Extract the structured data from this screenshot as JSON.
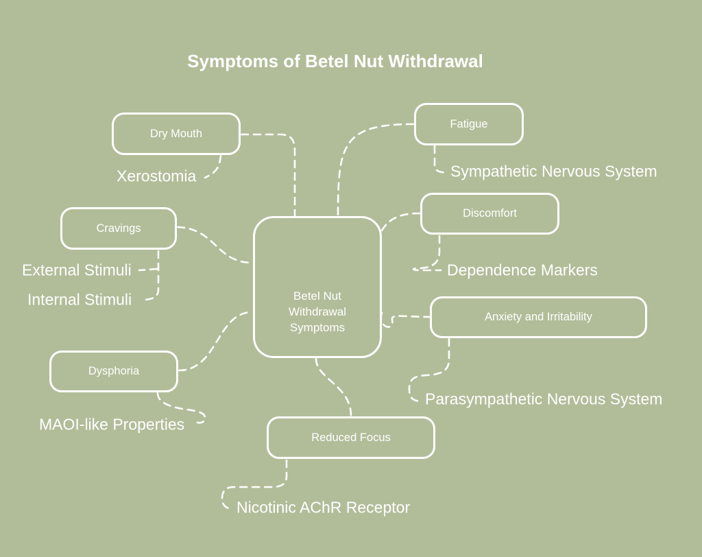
{
  "title": "Symptoms of Betel Nut Withdrawal",
  "colors": {
    "background": "#b1bd99",
    "foreground": "#ffffff"
  },
  "central_node": {
    "label": "Betel Nut\nWithdrawal\nSymptoms"
  },
  "nodes": [
    {
      "id": "dry-mouth",
      "label": "Dry Mouth"
    },
    {
      "id": "fatigue",
      "label": "Fatigue"
    },
    {
      "id": "cravings",
      "label": "Cravings"
    },
    {
      "id": "discomfort",
      "label": "Discomfort"
    },
    {
      "id": "anxiety-and-irritability",
      "label": "Anxiety and Irritability"
    },
    {
      "id": "dysphoria",
      "label": "Dysphoria"
    },
    {
      "id": "reduced-focus",
      "label": "Reduced Focus"
    }
  ],
  "annotations": [
    {
      "id": "xerostomia",
      "label": "Xerostomia"
    },
    {
      "id": "sympathetic-nervous-system",
      "label": "Sympathetic Nervous System"
    },
    {
      "id": "external-stimuli",
      "label": "External Stimuli"
    },
    {
      "id": "internal-stimuli",
      "label": "Internal Stimuli"
    },
    {
      "id": "dependence-markers",
      "label": "Dependence Markers"
    },
    {
      "id": "parasympathetic-nervous-system",
      "label": "Parasympathetic Nervous System"
    },
    {
      "id": "maoi-like-properties",
      "label": "MAOI-like Properties"
    },
    {
      "id": "nicotinic-achr-receptor",
      "label": "Nicotinic AChR Receptor"
    }
  ]
}
